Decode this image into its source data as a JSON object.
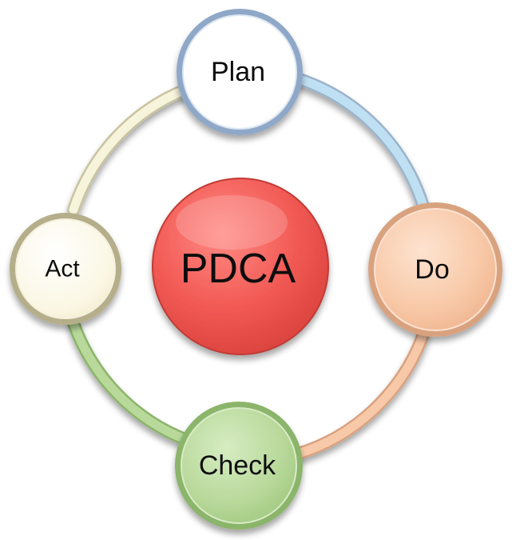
{
  "diagram": {
    "center": {
      "label": "PDCA",
      "color": "#f25a55"
    },
    "nodes": {
      "plan": {
        "label": "Plan",
        "color": "#ffffff",
        "ring": "#8fa8c8"
      },
      "do": {
        "label": "Do",
        "color": "#f8c9a8",
        "ring": "#d9a27f"
      },
      "check": {
        "label": "Check",
        "color": "#b9d99b",
        "ring": "#8bb56a"
      },
      "act": {
        "label": "Act",
        "color": "#fbf7e4",
        "ring": "#b5ae8a"
      }
    },
    "arcs": {
      "plan_to_do": "#bfe0f2",
      "do_to_check": "#f8c9a8",
      "check_to_act": "#b9d99b",
      "act_to_plan": "#f3efd0"
    }
  }
}
